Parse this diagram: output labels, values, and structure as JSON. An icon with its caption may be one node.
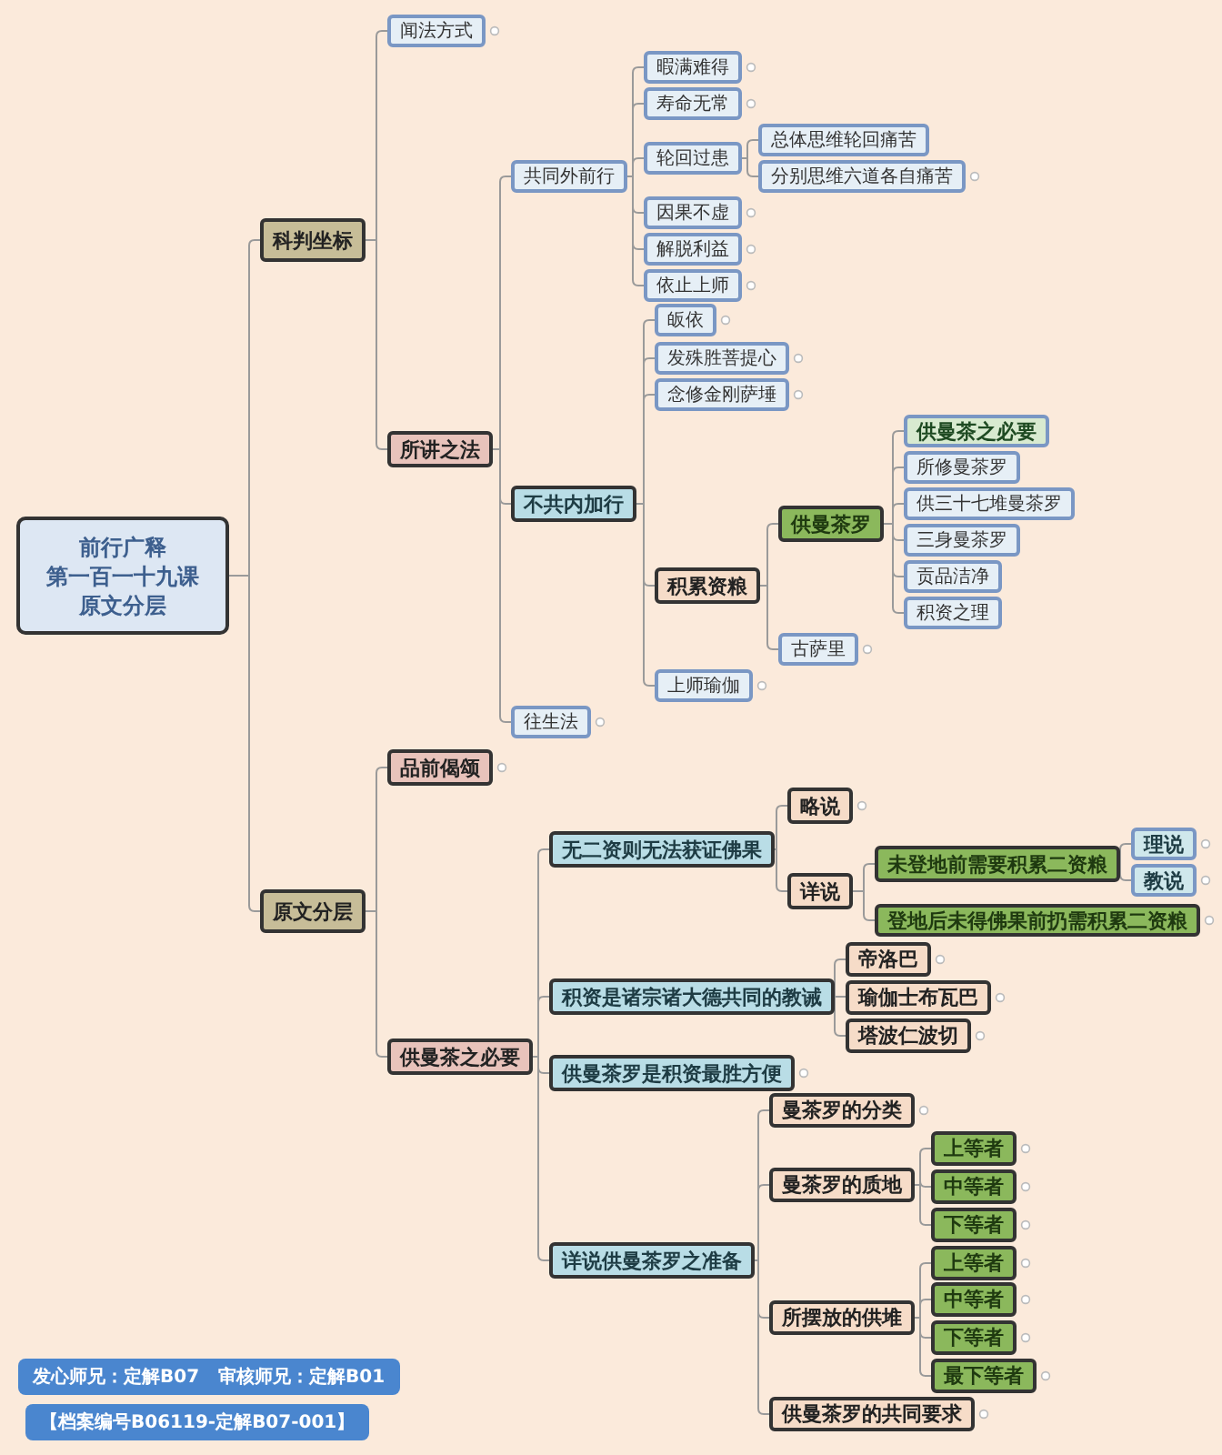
{
  "diagram": {
    "nodes": [
      {
        "text": [
          "前行广释",
          "第一百一十九课",
          "原文分层"
        ]
      },
      {
        "text": [
          "科判坐标"
        ]
      },
      {
        "text": [
          "闻法方式"
        ]
      },
      {
        "text": [
          "所讲之法"
        ]
      },
      {
        "text": [
          "共同外前行"
        ]
      },
      {
        "text": [
          "暇满难得"
        ]
      },
      {
        "text": [
          "寿命无常"
        ]
      },
      {
        "text": [
          "轮回过患"
        ]
      },
      {
        "text": [
          "总体思维轮回痛苦"
        ]
      },
      {
        "text": [
          "分别思维六道各自痛苦"
        ]
      },
      {
        "text": [
          "因果不虚"
        ]
      },
      {
        "text": [
          "解脱利益"
        ]
      },
      {
        "text": [
          "依止上师"
        ]
      },
      {
        "text": [
          "不共内加行"
        ]
      },
      {
        "text": [
          "皈依"
        ]
      },
      {
        "text": [
          "发殊胜菩提心"
        ]
      },
      {
        "text": [
          "念修金刚萨埵"
        ]
      },
      {
        "text": [
          "积累资粮"
        ]
      },
      {
        "text": [
          "供曼茶罗"
        ]
      },
      {
        "text": [
          "供曼茶之必要"
        ]
      },
      {
        "text": [
          "所修曼茶罗"
        ]
      },
      {
        "text": [
          "供三十七堆曼茶罗"
        ]
      },
      {
        "text": [
          "三身曼茶罗"
        ]
      },
      {
        "text": [
          "贡品洁净"
        ]
      },
      {
        "text": [
          "积资之理"
        ]
      },
      {
        "text": [
          "古萨里"
        ]
      },
      {
        "text": [
          "上师瑜伽"
        ]
      },
      {
        "text": [
          "往生法"
        ]
      },
      {
        "text": [
          "原文分层"
        ]
      },
      {
        "text": [
          "品前偈颂"
        ]
      },
      {
        "text": [
          "供曼茶之必要"
        ]
      },
      {
        "text": [
          "无二资则无法获证佛果"
        ]
      },
      {
        "text": [
          "略说"
        ]
      },
      {
        "text": [
          "详说"
        ]
      },
      {
        "text": [
          "未登地前需要积累二资粮"
        ]
      },
      {
        "text": [
          "理说"
        ]
      },
      {
        "text": [
          "教说"
        ]
      },
      {
        "text": [
          "登地后未得佛果前扔需积累二资粮"
        ]
      },
      {
        "text": [
          "积资是诸宗诸大德共同的教诫"
        ]
      },
      {
        "text": [
          "帝洛巴"
        ]
      },
      {
        "text": [
          "瑜伽士布瓦巴"
        ]
      },
      {
        "text": [
          "塔波仁波切"
        ]
      },
      {
        "text": [
          "供曼茶罗是积资最胜方便"
        ]
      },
      {
        "text": [
          "详说供曼茶罗之准备"
        ]
      },
      {
        "text": [
          "曼茶罗的分类"
        ]
      },
      {
        "text": [
          "曼茶罗的质地"
        ]
      },
      {
        "text": [
          "上等者"
        ]
      },
      {
        "text": [
          "中等者"
        ]
      },
      {
        "text": [
          "下等者"
        ]
      },
      {
        "text": [
          "所摆放的供堆"
        ]
      },
      {
        "text": [
          "上等者"
        ]
      },
      {
        "text": [
          "中等者"
        ]
      },
      {
        "text": [
          "下等者"
        ]
      },
      {
        "text": [
          "最下等者"
        ]
      },
      {
        "text": [
          "供曼茶罗的共同要求"
        ]
      }
    ],
    "edges": [
      {
        "from": 0,
        "to": 1,
        "arrow": "none"
      },
      {
        "from": 1,
        "to": 2,
        "arrow": "none"
      },
      {
        "from": 1,
        "to": 3,
        "arrow": "none"
      },
      {
        "from": 3,
        "to": 4,
        "arrow": "none"
      },
      {
        "from": 4,
        "to": 5,
        "arrow": "none"
      },
      {
        "from": 4,
        "to": 6,
        "arrow": "none"
      },
      {
        "from": 4,
        "to": 7,
        "arrow": "none"
      },
      {
        "from": 7,
        "to": 8,
        "arrow": "none"
      },
      {
        "from": 7,
        "to": 9,
        "arrow": "none"
      },
      {
        "from": 4,
        "to": 10,
        "arrow": "none"
      },
      {
        "from": 4,
        "to": 11,
        "arrow": "none"
      },
      {
        "from": 4,
        "to": 12,
        "arrow": "none"
      },
      {
        "from": 3,
        "to": 13,
        "arrow": "none"
      },
      {
        "from": 13,
        "to": 14,
        "arrow": "none"
      },
      {
        "from": 13,
        "to": 15,
        "arrow": "none"
      },
      {
        "from": 13,
        "to": 16,
        "arrow": "none"
      },
      {
        "from": 13,
        "to": 17,
        "arrow": "none"
      },
      {
        "from": 17,
        "to": 18,
        "arrow": "none"
      },
      {
        "from": 18,
        "to": 19,
        "arrow": "none"
      },
      {
        "from": 18,
        "to": 20,
        "arrow": "none"
      },
      {
        "from": 18,
        "to": 21,
        "arrow": "none"
      },
      {
        "from": 18,
        "to": 22,
        "arrow": "none"
      },
      {
        "from": 18,
        "to": 23,
        "arrow": "none"
      },
      {
        "from": 18,
        "to": 24,
        "arrow": "none"
      },
      {
        "from": 17,
        "to": 25,
        "arrow": "none"
      },
      {
        "from": 13,
        "to": 26,
        "arrow": "none"
      },
      {
        "from": 3,
        "to": 27,
        "arrow": "none"
      },
      {
        "from": 0,
        "to": 28,
        "arrow": "none"
      },
      {
        "from": 28,
        "to": 29,
        "arrow": "none"
      },
      {
        "from": 28,
        "to": 30,
        "arrow": "none"
      },
      {
        "from": 30,
        "to": 31,
        "arrow": "none"
      },
      {
        "from": 31,
        "to": 32,
        "arrow": "none"
      },
      {
        "from": 31,
        "to": 33,
        "arrow": "none"
      },
      {
        "from": 33,
        "to": 34,
        "arrow": "none"
      },
      {
        "from": 34,
        "to": 35,
        "arrow": "none"
      },
      {
        "from": 34,
        "to": 36,
        "arrow": "none"
      },
      {
        "from": 33,
        "to": 37,
        "arrow": "none"
      },
      {
        "from": 30,
        "to": 38,
        "arrow": "none"
      },
      {
        "from": 38,
        "to": 39,
        "arrow": "none"
      },
      {
        "from": 38,
        "to": 40,
        "arrow": "none"
      },
      {
        "from": 38,
        "to": 41,
        "arrow": "none"
      },
      {
        "from": 30,
        "to": 42,
        "arrow": "none"
      },
      {
        "from": 30,
        "to": 43,
        "arrow": "none"
      },
      {
        "from": 43,
        "to": 44,
        "arrow": "none"
      },
      {
        "from": 43,
        "to": 45,
        "arrow": "none"
      },
      {
        "from": 45,
        "to": 46,
        "arrow": "none"
      },
      {
        "from": 45,
        "to": 47,
        "arrow": "none"
      },
      {
        "from": 45,
        "to": 48,
        "arrow": "none"
      },
      {
        "from": 43,
        "to": 49,
        "arrow": "none"
      },
      {
        "from": 49,
        "to": 50,
        "arrow": "none"
      },
      {
        "from": 49,
        "to": 51,
        "arrow": "none"
      },
      {
        "from": 49,
        "to": 52,
        "arrow": "none"
      },
      {
        "from": 49,
        "to": 53,
        "arrow": "none"
      },
      {
        "from": 43,
        "to": 54,
        "arrow": "none"
      }
    ],
    "labels": [
      "发心师兄：定解B07   审核师兄：定解B01",
      "【档案编号B06119-定解B07-001】"
    ]
  }
}
